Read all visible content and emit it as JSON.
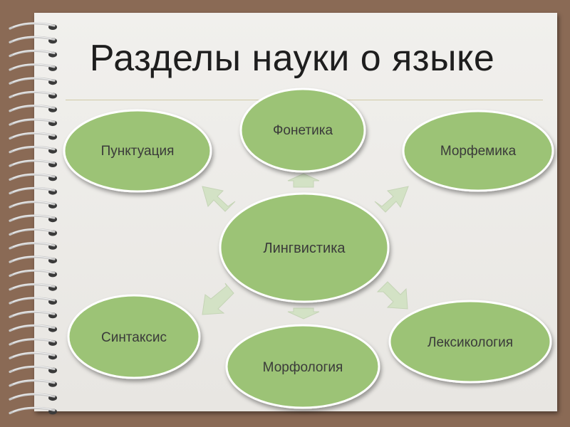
{
  "title": "Разделы науки о языке",
  "center": {
    "label": "Лингвистика"
  },
  "branches": [
    {
      "label": "Фонетика"
    },
    {
      "label": "Морфемика"
    },
    {
      "label": "Пунктуация"
    },
    {
      "label": "Синтаксис"
    },
    {
      "label": "Морфология"
    },
    {
      "label": "Лексикология"
    }
  ],
  "colors": {
    "node_fill": "#9cc376",
    "node_stroke": "#ffffff",
    "arrow_fill": "#d3e2c5",
    "board": "#8a6a55",
    "page": "#efeeeb"
  }
}
